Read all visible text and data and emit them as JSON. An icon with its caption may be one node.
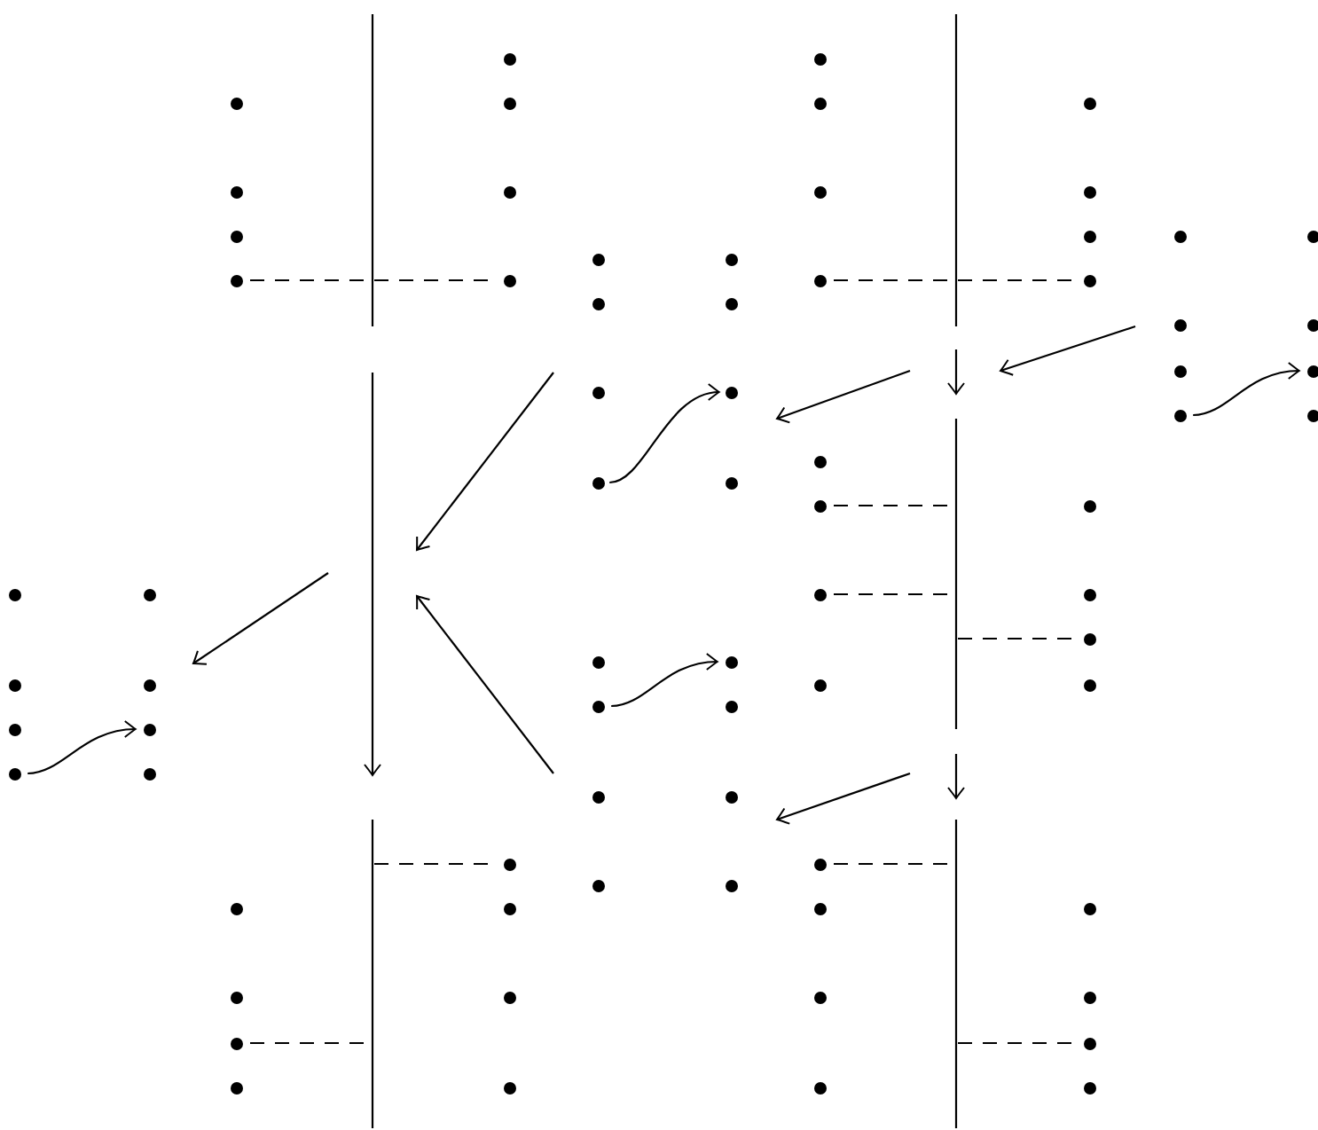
{
  "diagram": {
    "nodes": [
      {
        "text": [],
        "shape": "circle"
      },
      {
        "text": [],
        "shape": "circle"
      },
      {
        "text": [],
        "shape": "circle"
      },
      {
        "text": [],
        "shape": "circle"
      },
      {
        "text": [],
        "shape": "circle"
      },
      {
        "text": [],
        "shape": "circle"
      },
      {
        "text": [],
        "shape": "circle"
      },
      {
        "text": [],
        "shape": "circle"
      },
      {
        "text": [],
        "shape": "circle"
      },
      {
        "text": [],
        "shape": "circle"
      },
      {
        "text": [],
        "shape": "circle"
      },
      {
        "text": [],
        "shape": "circle"
      },
      {
        "text": [],
        "shape": "circle"
      },
      {
        "text": [],
        "shape": "circle"
      },
      {
        "text": [],
        "shape": "circle"
      },
      {
        "text": [],
        "shape": "circle"
      },
      {
        "text": [],
        "shape": "circle"
      },
      {
        "text": [],
        "shape": "circle"
      },
      {
        "text": [],
        "shape": "circle"
      },
      {
        "text": [],
        "shape": "circle"
      },
      {
        "text": [],
        "shape": "circle"
      },
      {
        "text": [],
        "shape": "circle"
      },
      {
        "text": [],
        "shape": "circle"
      },
      {
        "text": [],
        "shape": "circle"
      },
      {
        "text": [],
        "shape": "circle"
      },
      {
        "text": [],
        "shape": "circle"
      },
      {
        "text": [],
        "shape": "circle"
      },
      {
        "text": [],
        "shape": "circle"
      },
      {
        "text": [],
        "shape": "circle"
      },
      {
        "text": [],
        "shape": "circle"
      },
      {
        "text": [],
        "shape": "circle"
      },
      {
        "text": [],
        "shape": "circle"
      },
      {
        "text": [],
        "shape": "circle"
      },
      {
        "text": [],
        "shape": "circle"
      },
      {
        "text": [],
        "shape": "circle"
      },
      {
        "text": [],
        "shape": "circle"
      },
      {
        "text": [],
        "shape": "circle"
      },
      {
        "text": [],
        "shape": "circle"
      },
      {
        "text": [],
        "shape": "circle"
      },
      {
        "text": [],
        "shape": "circle"
      },
      {
        "text": [],
        "shape": "circle"
      },
      {
        "text": [],
        "shape": "circle"
      },
      {
        "text": [],
        "shape": "circle"
      },
      {
        "text": [],
        "shape": "circle"
      },
      {
        "text": [],
        "shape": "circle"
      },
      {
        "text": [],
        "shape": "circle"
      },
      {
        "text": [],
        "shape": "circle"
      },
      {
        "text": [],
        "shape": "circle"
      },
      {
        "text": [],
        "shape": "circle"
      },
      {
        "text": [],
        "shape": "circle"
      },
      {
        "text": [],
        "shape": "circle"
      },
      {
        "text": [],
        "shape": "circle"
      },
      {
        "text": [],
        "shape": "circle"
      },
      {
        "text": [],
        "shape": "circle"
      },
      {
        "text": [],
        "shape": "circle"
      },
      {
        "text": [],
        "shape": "circle"
      },
      {
        "text": [],
        "shape": "circle"
      },
      {
        "text": [],
        "shape": "circle"
      },
      {
        "text": [],
        "shape": "circle"
      },
      {
        "text": [],
        "shape": "circle"
      },
      {
        "text": [],
        "shape": "circle"
      },
      {
        "text": [],
        "shape": "circle"
      },
      {
        "text": [],
        "shape": "circle"
      },
      {
        "text": [],
        "shape": "circle"
      },
      {
        "text": [],
        "shape": "circle"
      },
      {
        "text": [],
        "shape": "circle"
      },
      {
        "text": [],
        "shape": "circle"
      },
      {
        "text": [],
        "shape": "circle"
      },
      {
        "text": [],
        "shape": "circle"
      },
      {
        "text": [],
        "shape": "circle"
      },
      {
        "text": [],
        "shape": "circle"
      },
      {
        "text": [],
        "shape": "circle"
      }
    ],
    "edges": [
      {
        "from": 3,
        "to": 7,
        "arrow": "none",
        "style": "dashed"
      },
      {
        "from": 11,
        "to": 15,
        "arrow": "none",
        "style": "dashed"
      },
      {
        "from": 33,
        "to": null,
        "arrow": "none",
        "style": "dashed"
      },
      {
        "from": 34,
        "to": null,
        "arrow": "none",
        "style": "dashed"
      },
      {
        "from": null,
        "to": 38,
        "arrow": "none",
        "style": "dashed"
      },
      {
        "from": null,
        "to": 60,
        "arrow": "none",
        "style": "dashed"
      },
      {
        "from": 58,
        "to": null,
        "arrow": "none",
        "style": "dashed"
      },
      {
        "from": 64,
        "to": null,
        "arrow": "none",
        "style": "dashed"
      },
      {
        "from": null,
        "to": 70,
        "arrow": "none",
        "style": "dashed"
      },
      {
        "from": 19,
        "to": 22,
        "arrow": "to"
      },
      {
        "from": 49,
        "to": 52,
        "arrow": "to"
      },
      {
        "from": 43,
        "to": 46,
        "arrow": "to"
      },
      {
        "from": 27,
        "to": 30,
        "arrow": "to"
      }
    ]
  }
}
